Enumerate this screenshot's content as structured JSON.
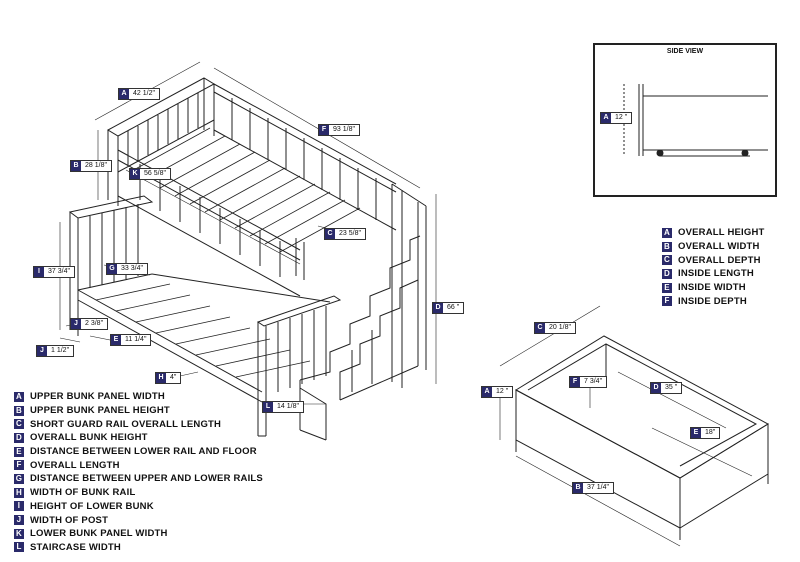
{
  "side_view": {
    "title": "SIDE VIEW",
    "dim": {
      "key": "A",
      "value": "12 \""
    }
  },
  "bed_dims": {
    "A": {
      "key": "A",
      "value": "42 1/2\""
    },
    "F": {
      "key": "F",
      "value": "93 1/8\""
    },
    "B": {
      "key": "B",
      "value": "28 1/8\""
    },
    "K": {
      "key": "K",
      "value": "56 5/8\""
    },
    "C": {
      "key": "C",
      "value": "23 5/8\""
    },
    "G": {
      "key": "G",
      "value": "33 3/4\""
    },
    "I": {
      "key": "I",
      "value": "37 3/4\""
    },
    "D": {
      "key": "D",
      "value": "66 \""
    },
    "J1": {
      "key": "J",
      "value": "2 3/8\""
    },
    "E": {
      "key": "E",
      "value": "11 1/4\""
    },
    "J2": {
      "key": "J",
      "value": "1 1/2\""
    },
    "H": {
      "key": "H",
      "value": "4\""
    },
    "L": {
      "key": "L",
      "value": "14 1/8\""
    }
  },
  "drawer_dims": {
    "C": {
      "key": "C",
      "value": "20 1/8\""
    },
    "F": {
      "key": "F",
      "value": "7 3/4\""
    },
    "D": {
      "key": "D",
      "value": "35 \""
    },
    "A": {
      "key": "A",
      "value": "12 \""
    },
    "E": {
      "key": "E",
      "value": "18\""
    },
    "B": {
      "key": "B",
      "value": "37 1/4\""
    }
  },
  "drawer_legend": [
    {
      "key": "A",
      "label": "OVERALL HEIGHT"
    },
    {
      "key": "B",
      "label": "OVERALL WIDTH"
    },
    {
      "key": "C",
      "label": "OVERALL DEPTH"
    },
    {
      "key": "D",
      "label": "INSIDE LENGTH"
    },
    {
      "key": "E",
      "label": "INSIDE WIDTH"
    },
    {
      "key": "F",
      "label": "INSIDE DEPTH"
    }
  ],
  "bed_legend": [
    {
      "key": "A",
      "label": "UPPER BUNK PANEL WIDTH"
    },
    {
      "key": "B",
      "label": "UPPER BUNK PANEL HEIGHT"
    },
    {
      "key": "C",
      "label": "SHORT GUARD RAIL OVERALL LENGTH"
    },
    {
      "key": "D",
      "label": "OVERALL BUNK HEIGHT"
    },
    {
      "key": "E",
      "label": "DISTANCE BETWEEN LOWER RAIL AND FLOOR"
    },
    {
      "key": "F",
      "label": "OVERALL LENGTH"
    },
    {
      "key": "G",
      "label": "DISTANCE BETWEEN UPPER AND LOWER RAILS"
    },
    {
      "key": "H",
      "label": "WIDTH OF BUNK RAIL"
    },
    {
      "key": "I",
      "label": "HEIGHT OF LOWER BUNK"
    },
    {
      "key": "J",
      "label": "WIDTH OF POST"
    },
    {
      "key": "K",
      "label": "LOWER BUNK PANEL WIDTH"
    },
    {
      "key": "L",
      "label": "STAIRCASE WIDTH"
    }
  ]
}
